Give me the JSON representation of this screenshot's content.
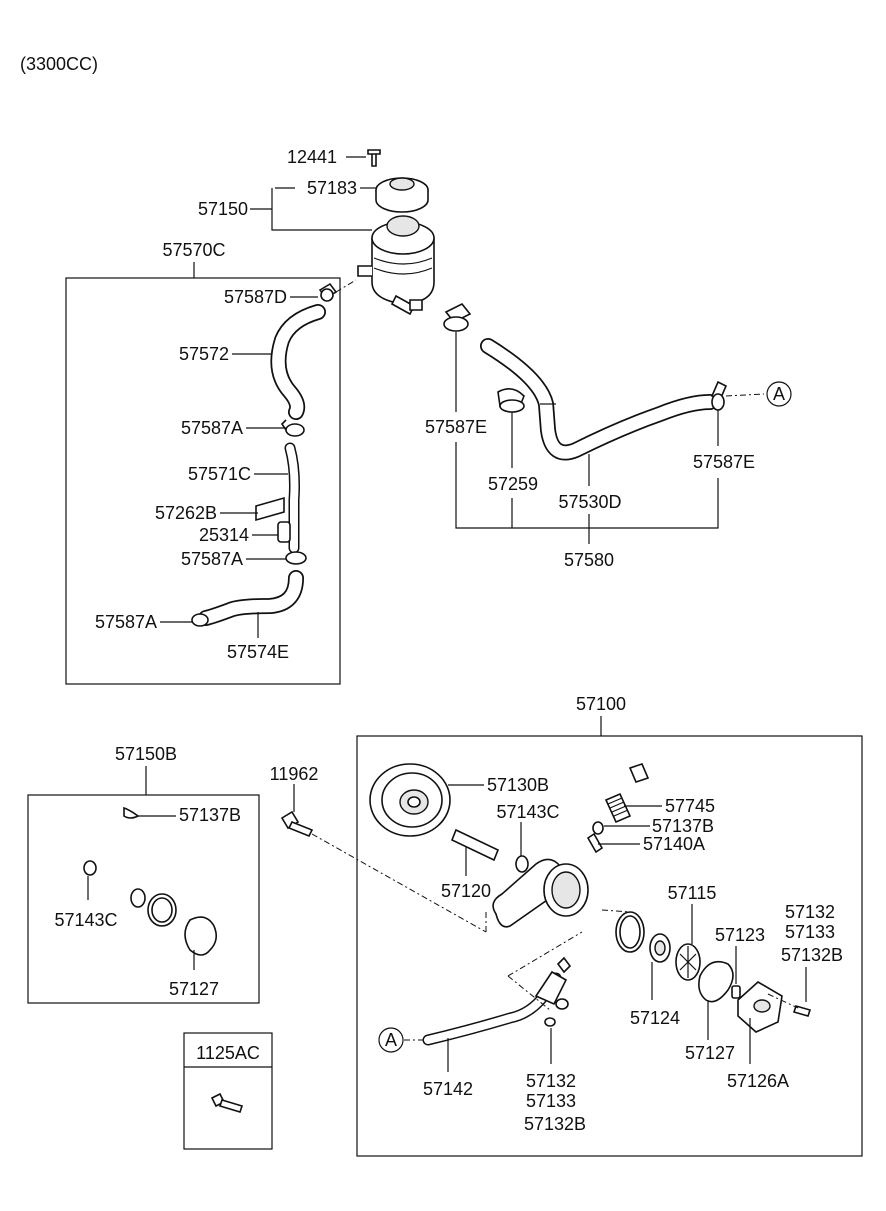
{
  "engine": "(3300CC)",
  "labels": {
    "p12441": "12441",
    "p57183": "57183",
    "p57150": "57150",
    "p57570C": "57570C",
    "p57587D": "57587D",
    "p57572": "57572",
    "p57587A_1": "57587A",
    "p57571C": "57571C",
    "p57262B": "57262B",
    "p25314": "25314",
    "p57587A_2": "57587A",
    "p57587A_3": "57587A",
    "p57574E": "57574E",
    "p57587E_1": "57587E",
    "p57259": "57259",
    "p57530D": "57530D",
    "p57587E_2": "57587E",
    "p57580": "57580",
    "ref_A_1": "A",
    "p57100": "57100",
    "p57150B": "57150B",
    "p57137B_1": "57137B",
    "p57143C_1": "57143C",
    "p57127_1": "57127",
    "p1125AC": "1125AC",
    "p11962": "11962",
    "p57130B": "57130B",
    "p57143C_2": "57143C",
    "p57120": "57120",
    "p57745": "57745",
    "p57137B_2": "57137B",
    "p57140A": "57140A",
    "p57115": "57115",
    "p57132_1": "57132",
    "p57133_1": "57133",
    "p57132B_1": "57132B",
    "p57123": "57123",
    "p57124": "57124",
    "p57127_2": "57127",
    "p57126A": "57126A",
    "ref_A_2": "A",
    "p57142": "57142",
    "p57132_2": "57132",
    "p57133_2": "57133",
    "p57132B_2": "57132B"
  }
}
